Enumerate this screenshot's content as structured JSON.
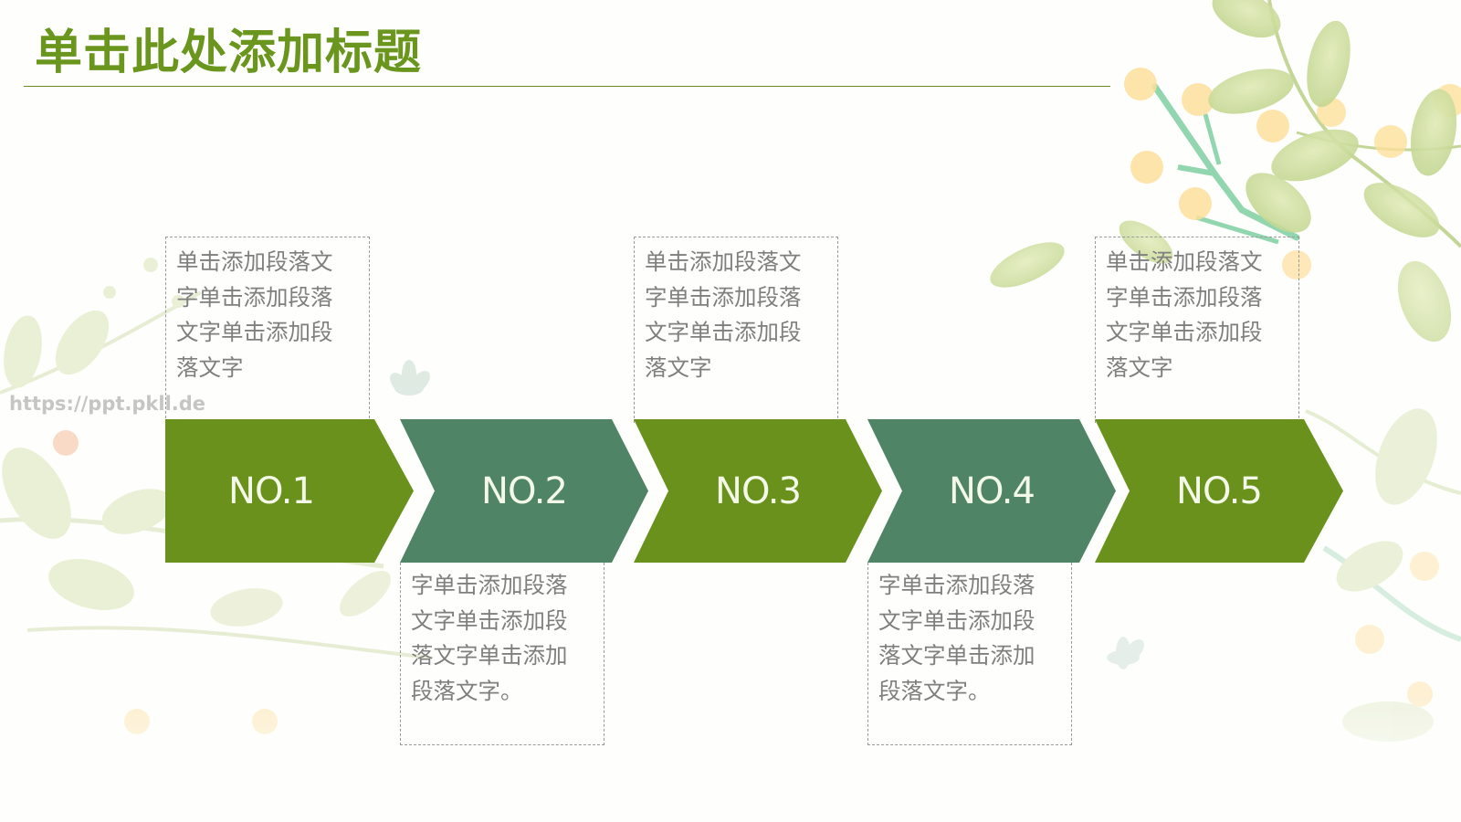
{
  "slide": {
    "title": "单击此处添加标题",
    "watermark": "https://ppt.pkll.de",
    "colors": {
      "title": "#6a961e",
      "olive_green": "#6a911c",
      "teal_green": "#4f8466",
      "body_text": "#7f7f7f",
      "chevron_text": "#f4f8e8"
    }
  },
  "steps": [
    {
      "label": "NO.1",
      "text_position": "top",
      "lines": [
        "单击添加段落文",
        "字单击添加段落",
        "文字单击添加段",
        "落文字"
      ]
    },
    {
      "label": "NO.2",
      "text_position": "bottom",
      "lines": [
        "字单击添加段落",
        "文字单击添加段",
        "落文字单击添加",
        "段落文字。"
      ]
    },
    {
      "label": "NO.3",
      "text_position": "top",
      "lines": [
        "单击添加段落文",
        "字单击添加段落",
        "文字单击添加段",
        "落文字"
      ]
    },
    {
      "label": "NO.4",
      "text_position": "bottom",
      "lines": [
        "字单击添加段落",
        "文字单击添加段",
        "落文字单击添加",
        "段落文字。"
      ]
    },
    {
      "label": "NO.5",
      "text_position": "top",
      "lines": [
        "单击添加段落文",
        "字单击添加段落",
        "文字单击添加段",
        "落文字"
      ]
    }
  ]
}
